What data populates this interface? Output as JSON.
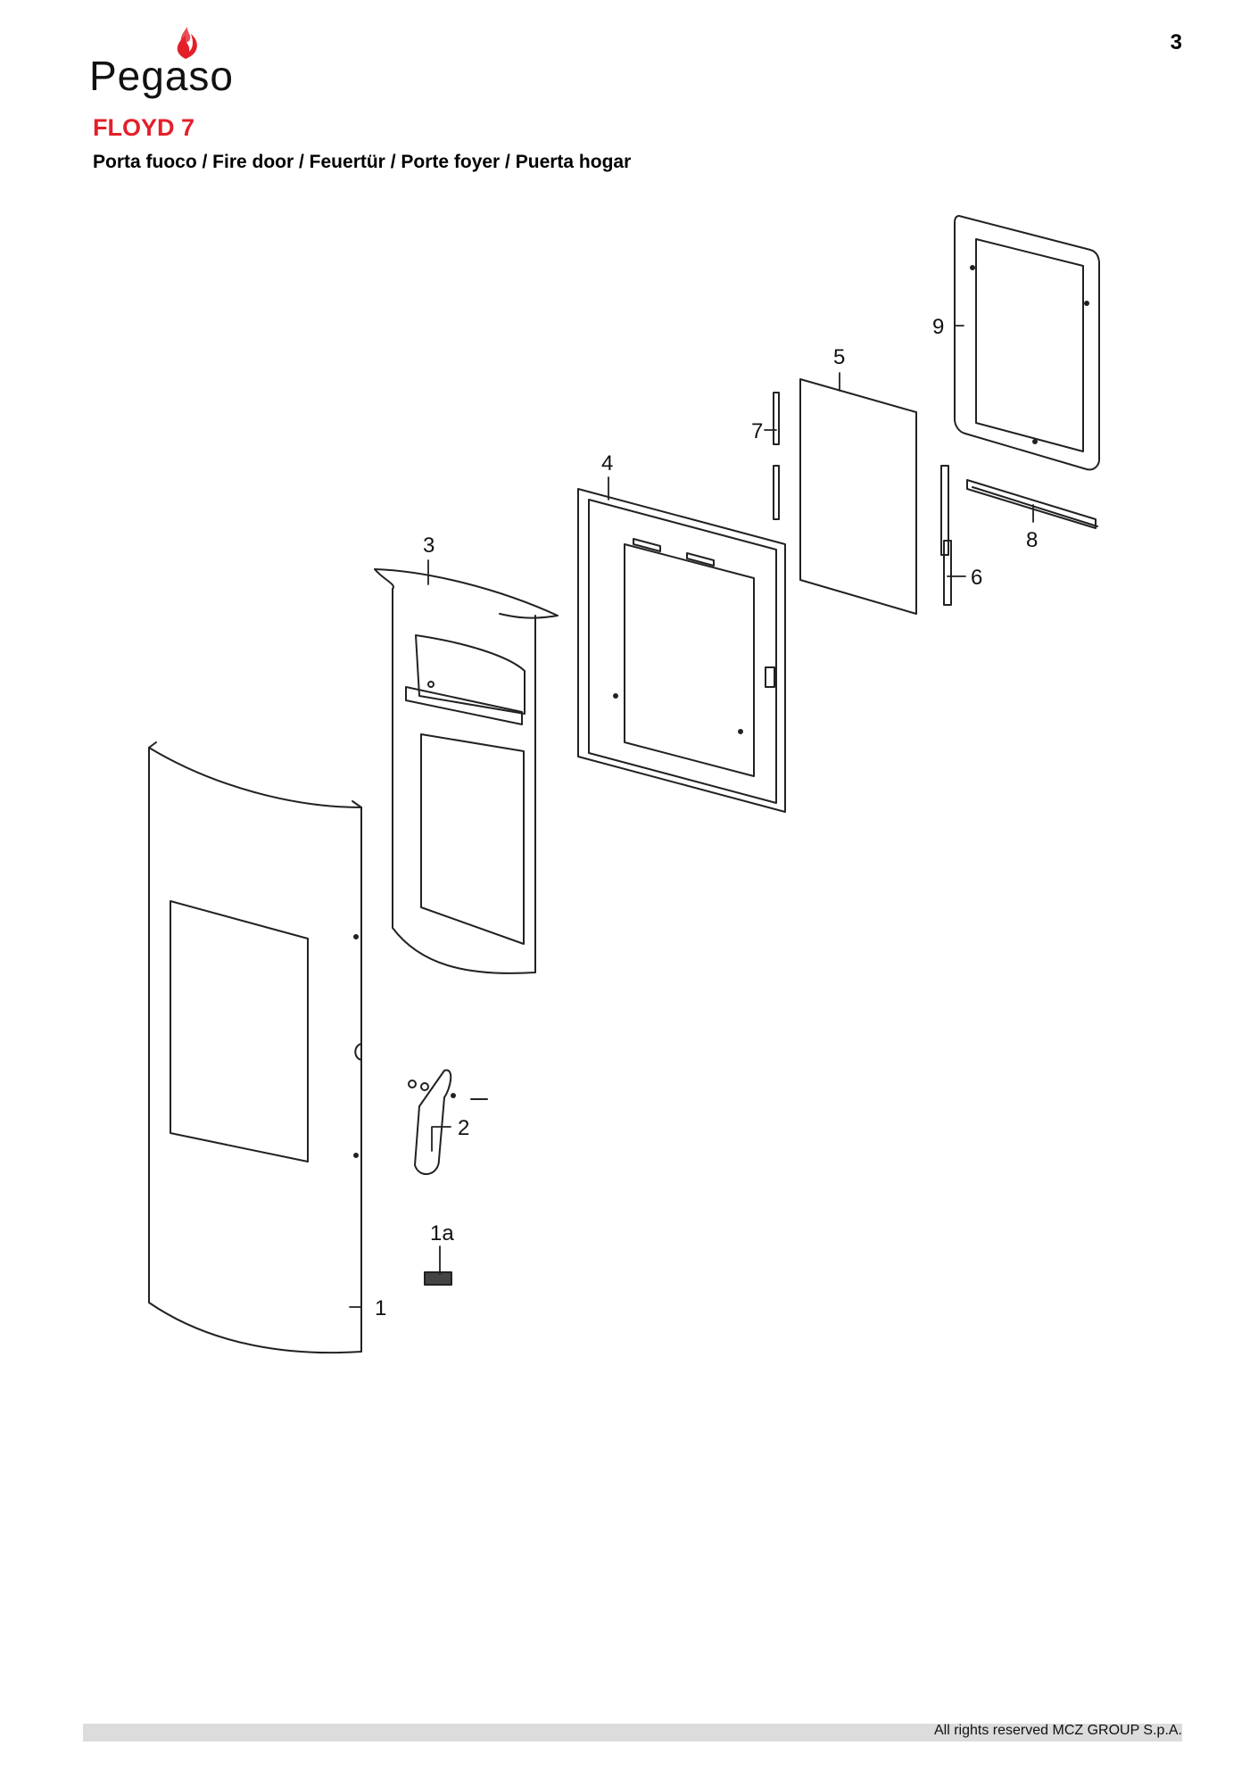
{
  "header": {
    "brand": "Pegaso",
    "page_number": "3",
    "model": "FLOYD 7",
    "subtitle": "Porta fuoco / Fire door / Feuertür / Porte foyer / Puerta hogar"
  },
  "diagram": {
    "callouts": [
      "1",
      "1a",
      "2",
      "3",
      "4",
      "5",
      "6",
      "7",
      "8",
      "9"
    ]
  },
  "footer": {
    "copyright": "All rights reserved MCZ GROUP S.p.A."
  },
  "colors": {
    "accent": "#e3202a",
    "line": "#222222",
    "footer_bar": "#dcdcdc"
  }
}
